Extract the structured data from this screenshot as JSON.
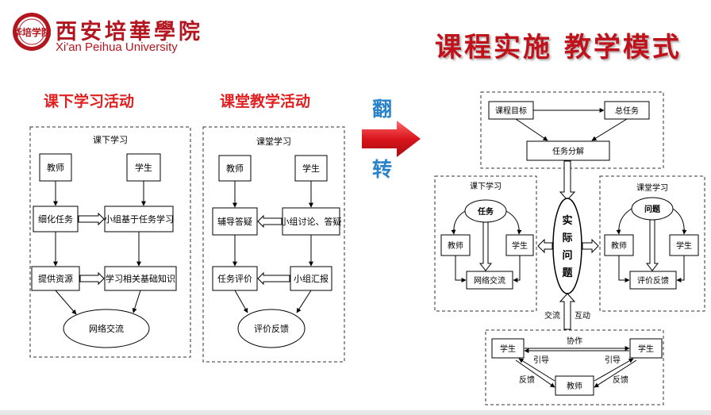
{
  "header": {
    "logo_seal_text": "华培学院",
    "school_name_cn": "西安培華學院",
    "school_name_en": "Xi'an Peihua University",
    "main_title": "课程实施 教学模式"
  },
  "left_sections": {
    "pre_class_title": "课下学习活动",
    "in_class_title": "课堂教学活动"
  },
  "flip_label": [
    "翻",
    "转"
  ],
  "pre_class_diagram": {
    "label": "课下学习",
    "teacher": "教师",
    "student": "学生",
    "refine_task": "细化任务",
    "group_task": "小组基于任务学习",
    "provide_resource": "提供资源",
    "learn_knowledge": "学习相关基础知识",
    "network": "网络交流"
  },
  "in_class_diagram": {
    "label": "课堂学习",
    "teacher": "教师",
    "student": "学生",
    "guide": "辅导答疑",
    "discuss": "小组讨论、答疑",
    "evaluate": "任务评价",
    "report": "小组汇报",
    "feedback": "评价反馈"
  },
  "right_diagram": {
    "top": {
      "goal": "课程目标",
      "total_task": "总任务",
      "decompose": "任务分解"
    },
    "left": {
      "label": "课下学习",
      "task": "任务",
      "teacher": "教师",
      "student": "学生",
      "network": "网络交流"
    },
    "center": "实际问题",
    "right": {
      "label": "课堂学习",
      "problem": "问题",
      "teacher": "教师",
      "student": "学生",
      "feedback": "评价反馈"
    },
    "connector": {
      "exchange": "交流",
      "interact": "互动"
    },
    "bottom": {
      "cooperate": "协作",
      "student_left": "学生",
      "student_right": "学生",
      "teacher": "教师",
      "guide_left": "引导",
      "guide_right": "引导",
      "feedback_left": "反馈",
      "feedback_right": "反馈"
    }
  }
}
